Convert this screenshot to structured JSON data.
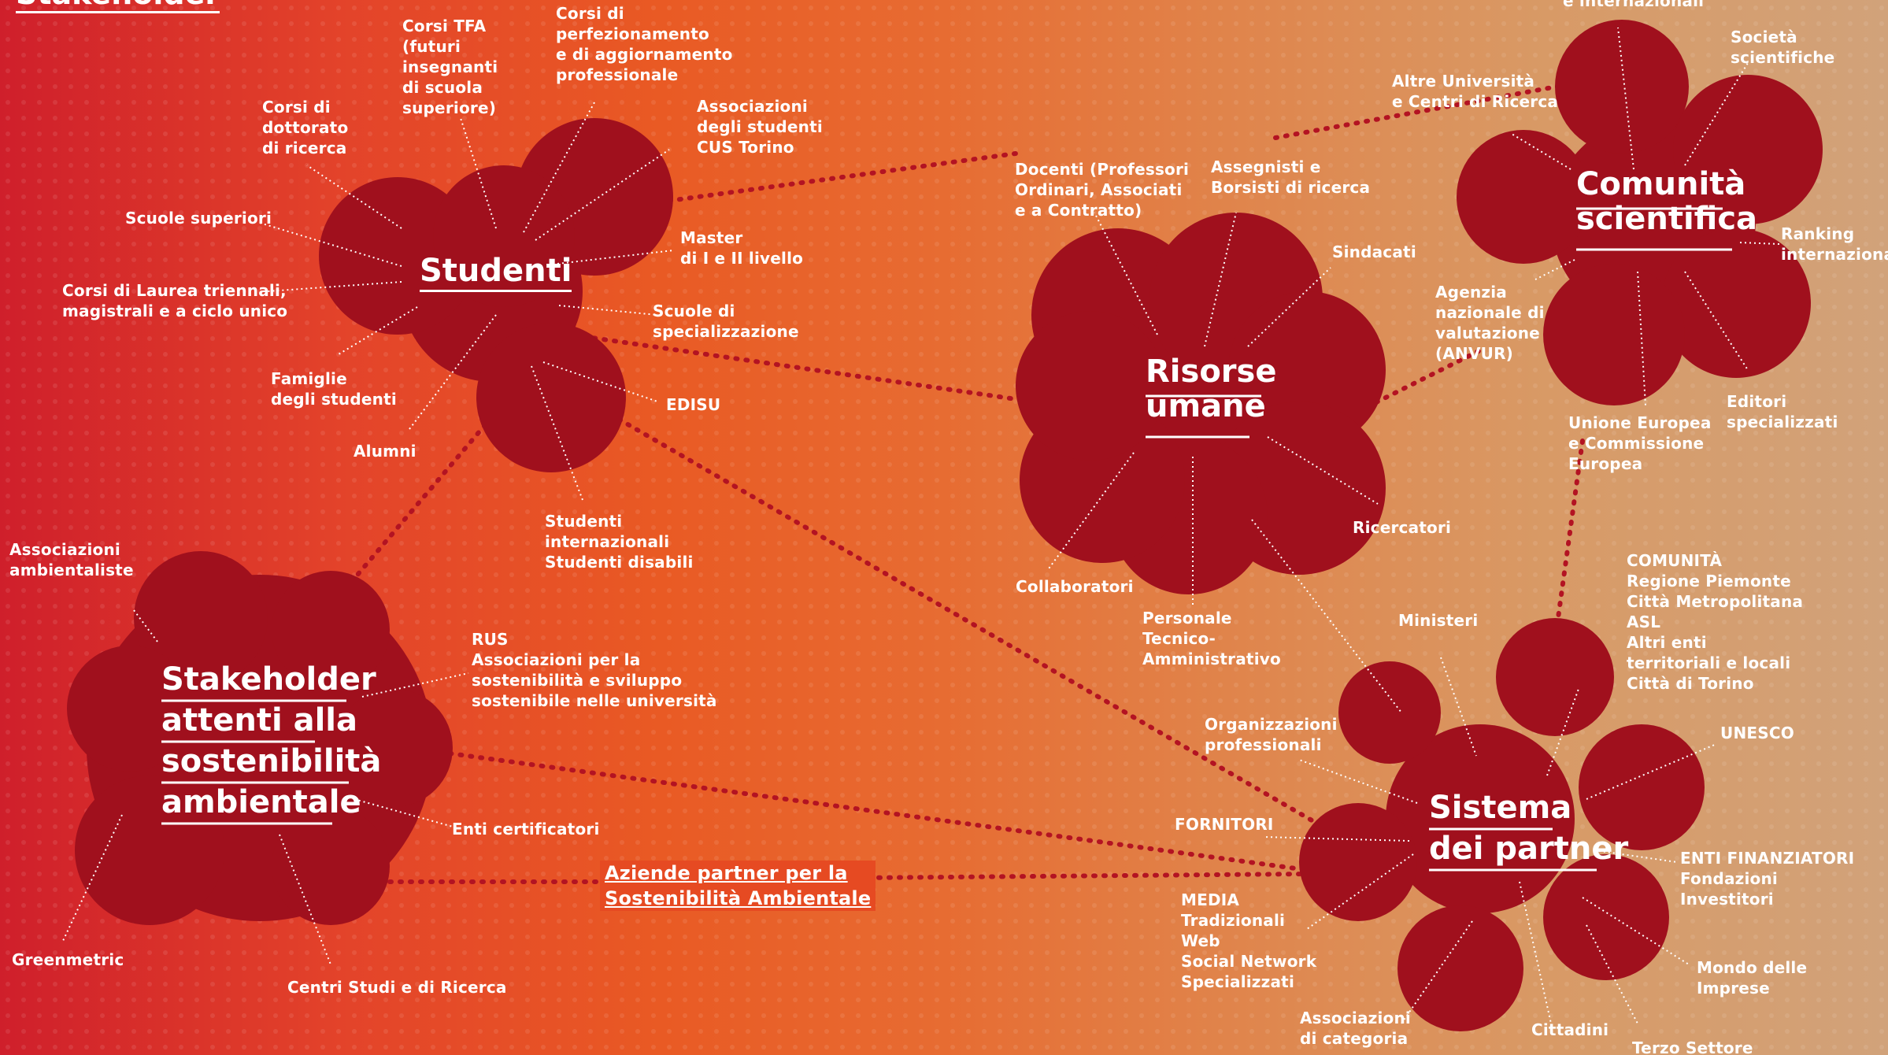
{
  "header": {
    "top_heading": "Stakeholder"
  },
  "clusters": {
    "studenti": "Studenti",
    "risorse": "Risorse\numane",
    "comunita": "Comunità\nscientifica",
    "stakeholder": "Stakeholder\nattenti alla\nsostenibilità\nambientale",
    "partner": "Sistema\ndei partner"
  },
  "labels": {
    "corsi_tfa": "Corsi TFA\n(futuri\ninsegnanti\ndi scuola\nsuperiore)",
    "corsi_perf": "Corsi di\nperfezionamento\ne di aggiornamento\nprofessionale",
    "associazioni_studenti": "Associazioni\ndegli studenti\nCUS Torino",
    "corsi_dottorato": "Corsi di\ndottorato\ndi ricerca",
    "scuole_superiori": "Scuole superiori",
    "corsi_laurea": "Corsi di Laurea triennali,\nmagistrali e a ciclo unico",
    "famiglie": "Famiglie\ndegli studenti",
    "alumni": "Alumni",
    "master": "Master\ndi I e II livello",
    "scuole_spec": "Scuole di\nspecializzazione",
    "edisu": "EDISU",
    "studenti_int": "Studenti\ninternazionali\nStudenti disabili",
    "docenti": "Docenti (Professori\nOrdinari, Associati\ne a Contratto)",
    "assegnisti": "Assegnisti e\nBorsisti di ricerca",
    "sindacati": "Sindacati",
    "ricercatori": "Ricercatori",
    "collaboratori": "Collaboratori",
    "personale": "Personale\nTecnico-\nAmministrativo",
    "int_top": "e internazionali",
    "altre_univ": "Altre Università\ne Centri di Ricerca",
    "societa": "Società\nscientifiche",
    "ranking": "Ranking\ninternazionali",
    "anvur": "Agenzia\nnazionale di\nvalutazione\n(ANVUR)",
    "ue": "Unione Europea\ne Commissione\nEuropea",
    "editori": "Editori\nspecializzati",
    "assoc_amb": "Associazioni\nambientaliste",
    "rus": "RUS\nAssociazioni per la\nsostenibilità e sviluppo\nsostenibile nelle università",
    "enti_cert": "Enti certificatori",
    "greenmetric": "Greenmetric",
    "centri_studi": "Centri Studi e di Ricerca",
    "aziende": "Aziende partner per la\nSostenibilità Ambientale",
    "ministeri": "Ministeri",
    "comunita_list": "COMUNITÀ\nRegione Piemonte\nCittà Metropolitana\nASL\nAltri enti\nterritoriali e locali\nCittà di Torino",
    "unesco": "UNESCO",
    "org_prof": "Organizzazioni\nprofessionali",
    "fornitori": "FORNITORI",
    "media": "MEDIA\nTradizionali\nWeb\nSocial Network\nSpecializzati",
    "assoc_cat": "Associazioni\ndi categoria",
    "cittadini": "Cittadini",
    "terzo": "Terzo Settore",
    "mondo": "Mondo delle\nImprese",
    "enti_fin": "ENTI FINANZIATORI\nFondazioni\nInvestitori"
  },
  "colors": {
    "blob": "#a0101d",
    "text": "#ffffff",
    "link_box": "#e64a22"
  }
}
